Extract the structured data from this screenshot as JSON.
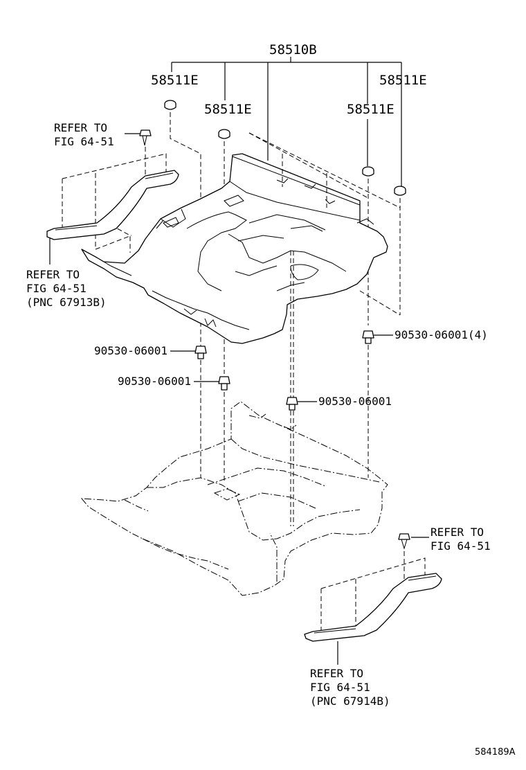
{
  "labels": {
    "main_part": "58510B",
    "clip_left": "58511E",
    "clip_center_left": "58511E",
    "clip_center_right": "58511E",
    "clip_right": "58511E",
    "refer_top_l1": "REFER TO",
    "refer_top_l2": "FIG 64-51",
    "refer_left_l1": "REFER TO",
    "refer_left_l2": "FIG 64-51",
    "refer_left_l3": "(PNC 67913B)",
    "bolt_a": "90530-06001",
    "bolt_b": "90530-06001",
    "bolt_c": "90530-06001",
    "bolt_d": "90530-06001(4)",
    "refer_right_l1": "REFER TO",
    "refer_right_l2": "FIG 64-51",
    "refer_bottom_l1": "REFER TO",
    "refer_bottom_l2": "FIG 64-51",
    "refer_bottom_l3": "(PNC 67914B)",
    "diagram_code": "584189A"
  }
}
